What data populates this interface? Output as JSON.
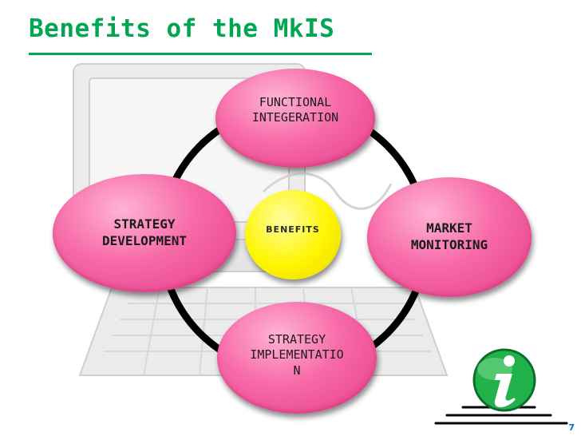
{
  "slide": {
    "title": "Benefits of the MkIS",
    "title_color": "#00a651",
    "page_number": "7"
  },
  "diagram": {
    "center": {
      "label": "BENEFITS",
      "color": "#fff500"
    },
    "nodes": [
      {
        "id": "top",
        "label": "FUNCTIONAL\nINTEGERATION",
        "color": "#f76aa8"
      },
      {
        "id": "right",
        "label": "MARKET\nMONITORING",
        "color": "#f76aa8"
      },
      {
        "id": "bottom",
        "label": "STRATEGY\nIMPLEMENTATIO\nN",
        "color": "#f76aa8"
      },
      {
        "id": "left",
        "label": "STRATEGY\nDEVELOPMENT",
        "color": "#f76aa8"
      }
    ],
    "ring_color": "#000000"
  },
  "icons": {
    "info": "info-icon"
  }
}
